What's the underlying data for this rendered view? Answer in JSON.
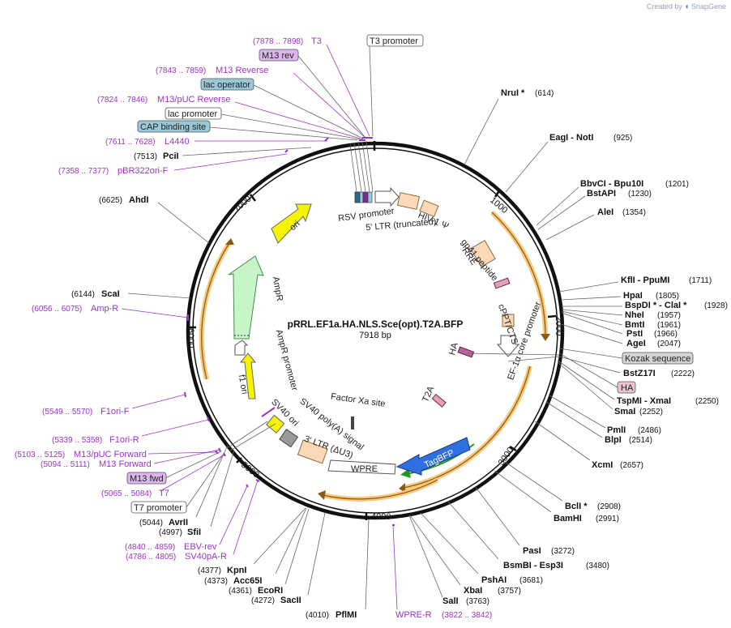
{
  "brand": {
    "created_by": "Created by",
    "logo_text": "SnapGene"
  },
  "plasmid": {
    "name": "pRRL.EF1a.HA.NLS.Sce(opt).T2A.BFP",
    "size_label": "7918 bp"
  },
  "ticks": [
    "1000",
    "2000",
    "3000",
    "4000",
    "5000",
    "6000",
    "7000"
  ],
  "sites": [
    {
      "name": "NruI *",
      "pos": "(614)"
    },
    {
      "name": "EagI  - NotI",
      "pos": "(925)"
    },
    {
      "name": "BbvCI  - Bpu10I",
      "pos": "(1201)"
    },
    {
      "name": "BstAPI",
      "pos": "(1230)"
    },
    {
      "name": "AleI",
      "pos": "(1354)"
    },
    {
      "name": "KflI  - PpuMI",
      "pos": "(1711)"
    },
    {
      "name": "HpaI",
      "pos": "(1805)"
    },
    {
      "name": "BspDI *  - ClaI *",
      "pos": "(1928)"
    },
    {
      "name": "NheI",
      "pos": "(1957)"
    },
    {
      "name": "BmtI",
      "pos": "(1961)"
    },
    {
      "name": "PstI",
      "pos": "(1966)"
    },
    {
      "name": "AgeI",
      "pos": "(2047)"
    },
    {
      "name": "BstZ17I",
      "pos": "(2222)"
    },
    {
      "name": "TspMI  - XmaI",
      "pos": "(2250)"
    },
    {
      "name": "SmaI",
      "pos": "(2252)"
    },
    {
      "name": "PmlI",
      "pos": "(2486)"
    },
    {
      "name": "BlpI",
      "pos": "(2514)"
    },
    {
      "name": "XcmI",
      "pos": "(2657)"
    },
    {
      "name": "BclI *",
      "pos": "(2908)"
    },
    {
      "name": "BamHI",
      "pos": "(2991)"
    },
    {
      "name": "PasI",
      "pos": "(3272)"
    },
    {
      "name": "BsmBI  - Esp3I",
      "pos": "(3480)"
    },
    {
      "name": "PshAI",
      "pos": "(3681)"
    },
    {
      "name": "XbaI",
      "pos": "(3757)"
    },
    {
      "name": "SalI",
      "pos": "(3763)"
    },
    {
      "name": "PflMI",
      "pos": "(4010)"
    },
    {
      "name": "SacII",
      "pos": "(4272)"
    },
    {
      "name": "EcoRI",
      "pos": "(4361)"
    },
    {
      "name": "Acc65I",
      "pos": "(4373)"
    },
    {
      "name": "KpnI",
      "pos": "(4377)"
    },
    {
      "name": "SfiI",
      "pos": "(4997)"
    },
    {
      "name": "AvrII",
      "pos": "(5044)"
    },
    {
      "name": "ScaI",
      "pos": "(6144)"
    },
    {
      "name": "AhdI",
      "pos": "(6625)"
    },
    {
      "name": "PciI",
      "pos": "(7513)"
    }
  ],
  "primers": [
    {
      "name": "T3",
      "pos": "(7878 .. 7898)"
    },
    {
      "name": "M13 Reverse",
      "pos": "(7843 .. 7859)"
    },
    {
      "name": "M13/pUC Reverse",
      "pos": "(7824 .. 7846)"
    },
    {
      "name": "L4440",
      "pos": "(7611 .. 7628)"
    },
    {
      "name": "pBR322ori-F",
      "pos": "(7358 .. 7377)"
    },
    {
      "name": "Amp-R",
      "pos": "(6056 .. 6075)"
    },
    {
      "name": "F1ori-F",
      "pos": "(5549 .. 5570)"
    },
    {
      "name": "F1ori-R",
      "pos": "(5339 .. 5358)"
    },
    {
      "name": "M13/pUC Forward",
      "pos": "(5103 .. 5125)"
    },
    {
      "name": "M13 Forward",
      "pos": "(5094 .. 5111)"
    },
    {
      "name": "T7",
      "pos": "(5065 .. 5084)"
    },
    {
      "name": "EBV-rev",
      "pos": "(4840 .. 4859)"
    },
    {
      "name": "SV40pA-R",
      "pos": "(4786 .. 4805)"
    },
    {
      "name": "WPRE-R",
      "pos": "(3822 .. 3842)"
    }
  ],
  "boxes": [
    {
      "label": "T3 promoter"
    },
    {
      "label": "M13 rev"
    },
    {
      "label": "lac operator"
    },
    {
      "label": "lac promoter"
    },
    {
      "label": "CAP binding site"
    },
    {
      "label": "Kozak sequence"
    },
    {
      "label": "HA"
    },
    {
      "label": "M13 fwd"
    },
    {
      "label": "T7 promoter"
    }
  ],
  "features": {
    "rsv": "RSV promoter",
    "ltr5": "5' LTR (truncated)",
    "hiv": "HIV-1 Ψ",
    "rre": "RRE",
    "gp41": "gp41 peptide",
    "cppt": "cPPT/CTS",
    "ef1a": "EF-1α core promoter",
    "ha": "HA",
    "t2a": "T2A",
    "tagbfp": "TagBFP",
    "wpre": "WPRE",
    "ltr3": "3' LTR (ΔU3)",
    "sv40pa": "SV40 poly(A) signal",
    "sv40ori": "SV40 ori",
    "f1ori": "f1 ori",
    "amprprom": "AmpR promoter",
    "ampr": "AmpR",
    "ori": "ori",
    "factorxa": "Factor Xa site"
  },
  "colors": {
    "backbone": "#111111",
    "ori": "#f5f500",
    "ampr": "#c8f5c8",
    "tagbfp": "#2f6fe0",
    "ltr": "#fcd9b6",
    "primer": "#9a33c9",
    "orf": "#f7b24a",
    "box_blue": "#9ac8d8",
    "box_purple": "#dcb6ec"
  }
}
